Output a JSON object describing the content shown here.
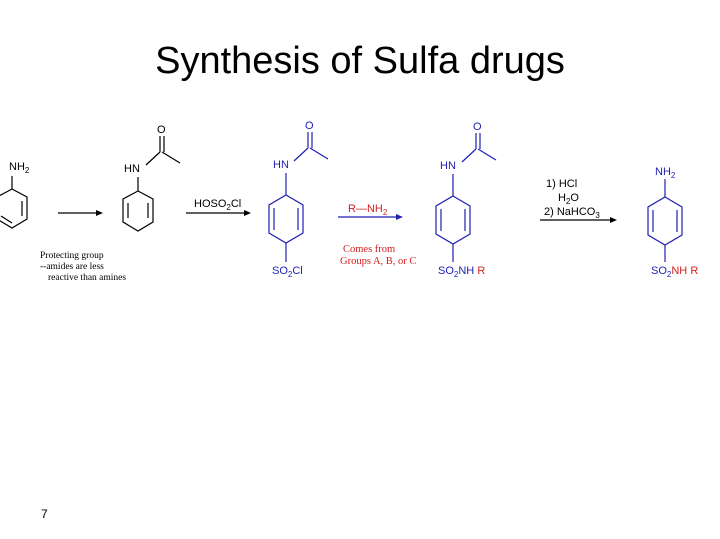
{
  "slide": {
    "title": "Synthesis of Sulfa drugs",
    "page_number": "7"
  },
  "colors": {
    "black": "#000000",
    "blue": "#1f1fb4",
    "red": "#d42020"
  },
  "scheme": {
    "aniline_label": "NH2",
    "acetanilide_label": "HN",
    "o_label": "O",
    "reagent_1": "HOSO2Cl",
    "reagent_2": "R—NH2",
    "reagent_3_line1": "1) HCl",
    "reagent_3_line2": "H2O",
    "reagent_3_line3": "2) NaHCO3",
    "protecting_note": [
      "Protecting group",
      "--amides are less",
      "reactive than amines"
    ],
    "comes_from_note": [
      "Comes from",
      "Groups A, B, or C"
    ],
    "sulfonyl_chloride": "SO2Cl",
    "sulfonamide_so2": "SO2NH",
    "sulfonamide_r": "R",
    "final_amine": "NH2",
    "final_so2": "SO2NH",
    "final_r": "R"
  }
}
